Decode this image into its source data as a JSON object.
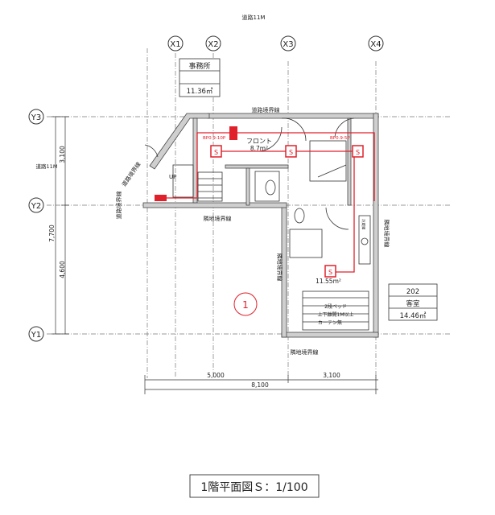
{
  "road_top": "道路11M",
  "road_left": "道路11M",
  "grid_x": [
    "X1",
    "X2",
    "X3",
    "X4"
  ],
  "grid_y": [
    "Y3",
    "Y2",
    "Y1"
  ],
  "office": {
    "name": "事務所",
    "area": "11.36㎡"
  },
  "room_202": {
    "number": "202",
    "name": "客室",
    "area": "14.46㎡"
  },
  "boundary": {
    "road": "道路境界線",
    "neighbor": "隣地境界線"
  },
  "front": {
    "name": "フロント",
    "area": "8.7m²"
  },
  "bp_left": "BP0.9-10P",
  "bp_right": "BP0.9-5P",
  "up": "UP",
  "sensor": "S",
  "room_area": "11.55m²",
  "bed_note": [
    "2段ベッド",
    "上下離間1M以上",
    "カーテン無"
  ],
  "fridge": "冷蔵庫",
  "circle_number": "1",
  "dims": {
    "x_left": "5,000",
    "x_right": "3,100",
    "x_total": "8,100",
    "y_top": "3,100",
    "y_total": "7,700",
    "y_bottom": "4,600"
  },
  "drawing_title": "1階平面図Ｓ：1/100",
  "colors": {
    "fire_alarm": "#e0202a",
    "wall": "#cfcfcf"
  }
}
